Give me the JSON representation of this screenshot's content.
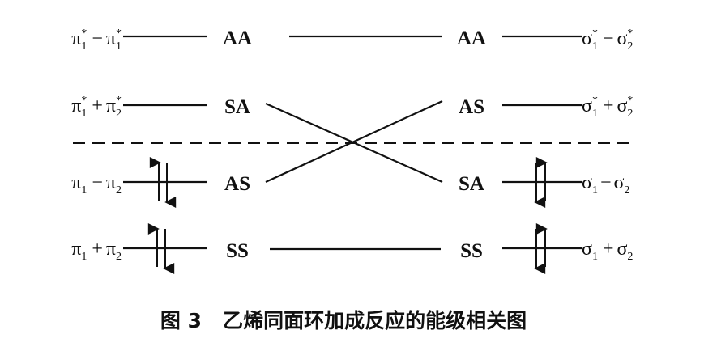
{
  "left_levels": [
    {
      "orbital": "π",
      "sub_a": "1",
      "sup_a": "*",
      "op": "−",
      "sub_b": "1",
      "sup_b": "*"
    },
    {
      "orbital": "π",
      "sub_a": "1",
      "sup_a": "*",
      "op": "+",
      "sub_b": "2",
      "sup_b": "*"
    },
    {
      "orbital": "π",
      "sub_a": "1",
      "sup_a": "",
      "op": "−",
      "sub_b": "2",
      "sup_b": ""
    },
    {
      "orbital": "π",
      "sub_a": "1",
      "sup_a": "",
      "op": "+",
      "sub_b": "2",
      "sup_b": ""
    }
  ],
  "right_levels": [
    {
      "orbital": "σ",
      "sub_a": "1",
      "sup_a": "*",
      "op": "−",
      "sub_b": "2",
      "sup_b": "*"
    },
    {
      "orbital": "σ",
      "sub_a": "1",
      "sup_a": "*",
      "op": "+",
      "sub_b": "2",
      "sup_b": "*"
    },
    {
      "orbital": "σ",
      "sub_a": "1",
      "sup_a": "",
      "op": "−",
      "sub_b": "2",
      "sup_b": ""
    },
    {
      "orbital": "σ",
      "sub_a": "1",
      "sup_a": "",
      "op": "+",
      "sub_b": "2",
      "sup_b": ""
    }
  ],
  "left_symmetry": [
    "AA",
    "SA",
    "AS",
    "SS"
  ],
  "right_symmetry": [
    "AA",
    "AS",
    "SA",
    "SS"
  ],
  "occupied_levels": {
    "left": [
      2,
      3
    ],
    "right": [
      2,
      3
    ]
  },
  "caption": "图 3   乙烯同面环加成反应的能级相关图",
  "colors": {
    "ink": "#111111",
    "background": "#ffffff"
  }
}
